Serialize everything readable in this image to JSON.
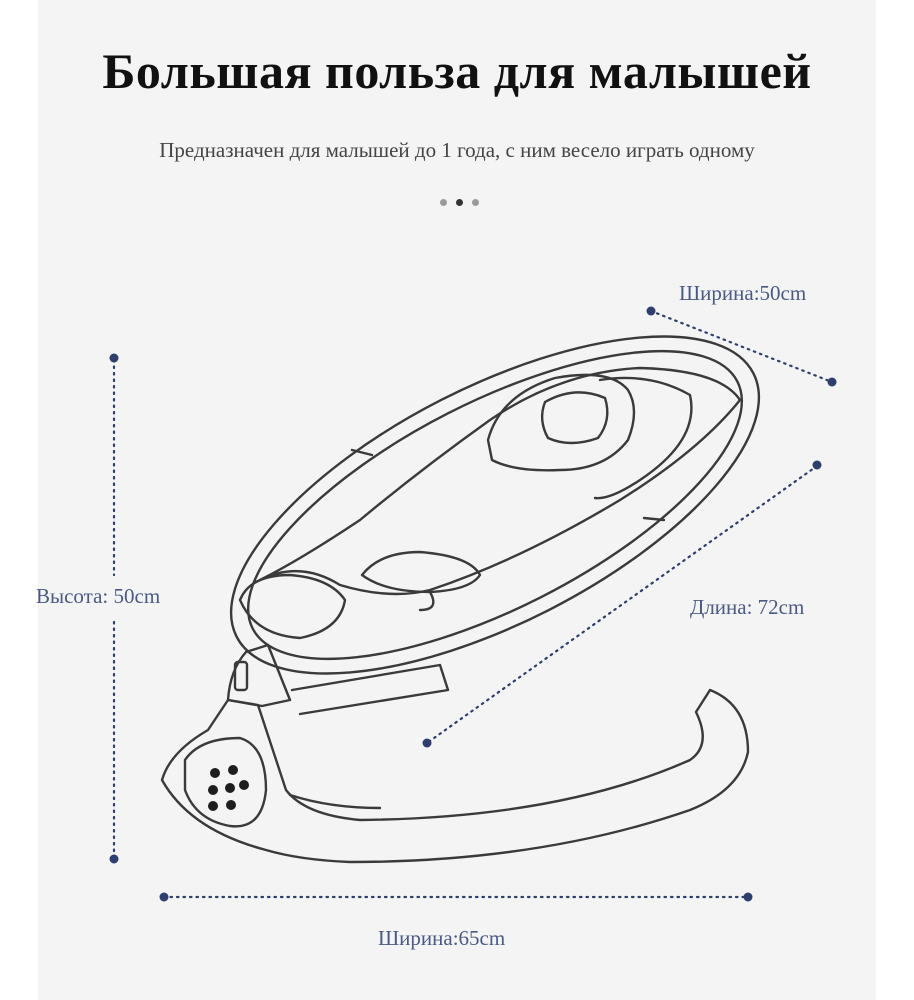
{
  "title": "Большая польза для малышей",
  "subtitle": "Предназначен для малышей до 1 года, с ним весело играть одному",
  "dimensions": {
    "top_width": "Ширина:50cm",
    "height": "Высота: 50cm",
    "length": "Длина: 72cm",
    "bottom_width": "Ширина:65cm"
  },
  "colors": {
    "background": "#f4f4f4",
    "accent": "#2e3f6e",
    "outline": "#3a3a3a",
    "label": "#4a5a85"
  },
  "pagination": {
    "count": 3,
    "active": 1
  }
}
